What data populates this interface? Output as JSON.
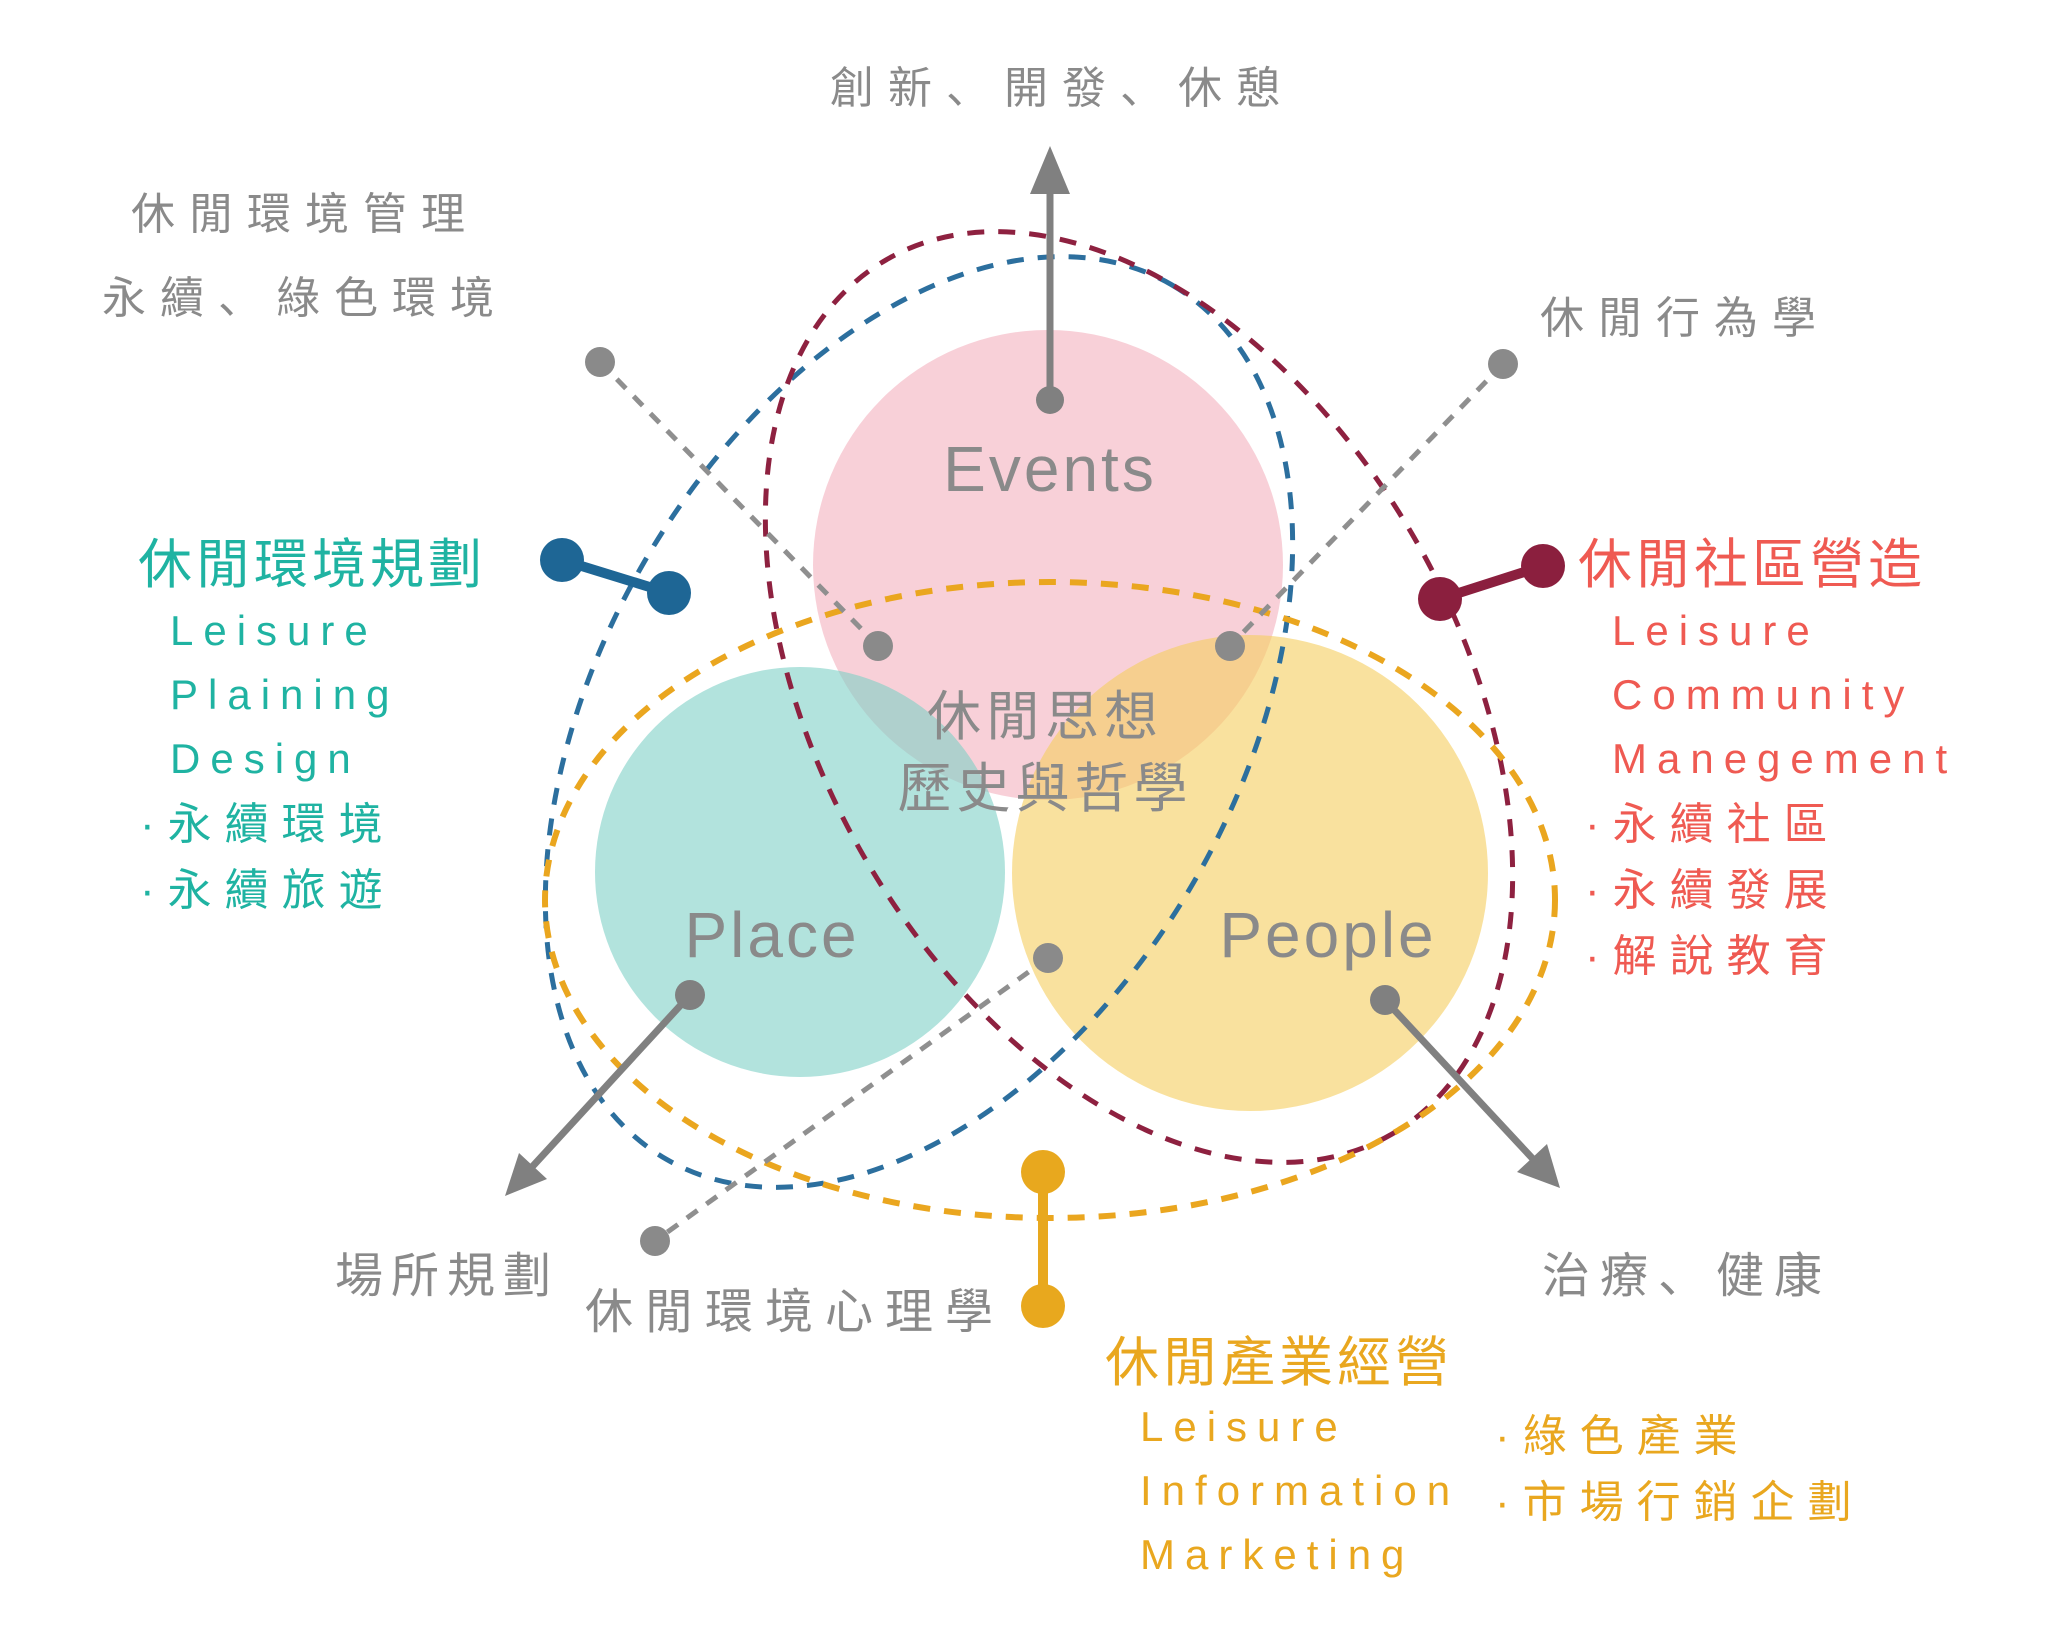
{
  "colors": {
    "teal_text": "#1fb3a2",
    "coral_text": "#ef5a52",
    "amber_text": "#e9a71f",
    "blue_connector": "#1e6695",
    "maroon_connector": "#8b1f3e",
    "blue_ellipse": "#2c6f9e",
    "maroon_ellipse": "#8e2140",
    "amber_ellipse": "#eaa61f",
    "gray_text": "#8a8a8a",
    "events_circle_fill": "#f2a9b8",
    "place_circle_fill": "#7fd0c7",
    "people_circle_fill": "#f6cf63"
  },
  "venn": {
    "events_label": "Events",
    "place_label": "Place",
    "people_label": "People",
    "center_line1": "休閒思想",
    "center_line2": "歷史與哲學"
  },
  "callouts": {
    "top": "創新、開發、休憩",
    "top_left_line1": "休閒環境管理",
    "top_left_line2": "永續、綠色環境",
    "top_right": "休閒行為學",
    "bottom_left": "場所規劃",
    "bottom_center": "休閒環境心理學",
    "bottom_right": "治療、健康"
  },
  "programs": {
    "planning": {
      "title": "休閒環境規劃",
      "en": [
        "Leisure",
        "Plaining",
        "Design"
      ],
      "bullets": [
        "·永續環境",
        "·永續旅遊"
      ]
    },
    "community": {
      "title": "休閒社區營造",
      "en": [
        "Leisure",
        "Community",
        "Manegement"
      ],
      "bullets": [
        "·永續社區",
        "·永續發展",
        "·解說教育"
      ]
    },
    "industry": {
      "title": "休閒產業經營",
      "en": [
        "Leisure",
        "Information",
        "Marketing"
      ],
      "bullets": [
        "·綠色產業",
        "·市場行銷企劃"
      ]
    }
  }
}
